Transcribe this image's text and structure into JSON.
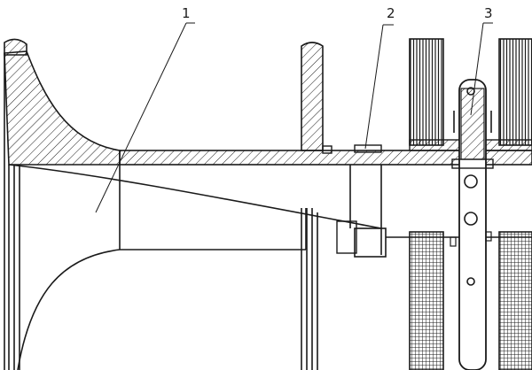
{
  "labels": [
    {
      "id": "part-1",
      "text": "1"
    },
    {
      "id": "part-2",
      "text": "2"
    },
    {
      "id": "part-3",
      "text": "3"
    }
  ],
  "colors": {
    "line": "#1a1a1a",
    "background": "#ffffff",
    "hatch": "#1a1a1a"
  }
}
